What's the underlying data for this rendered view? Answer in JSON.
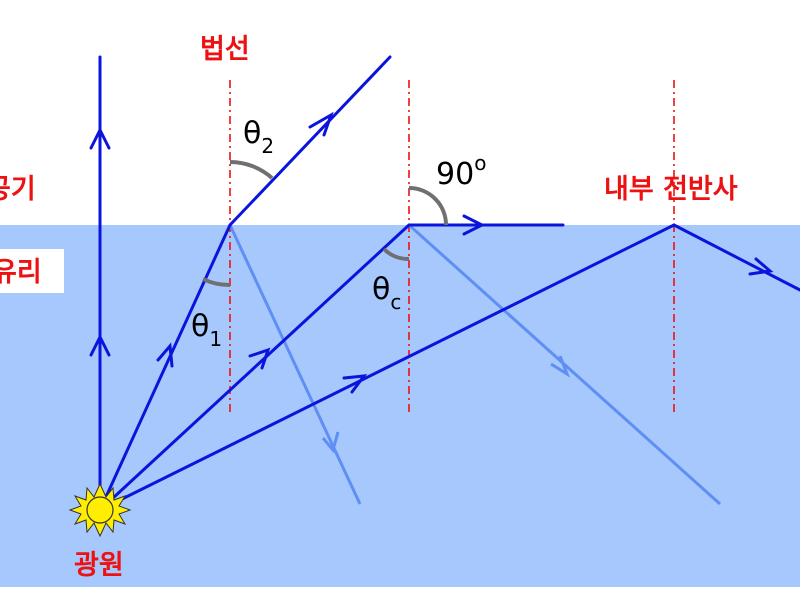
{
  "labels": {
    "normal": "법선",
    "air": "공기",
    "glass": "유리",
    "source": "광원",
    "tir": "내부 전반사"
  },
  "angles": {
    "theta": "θ",
    "sub2": "2",
    "sub1": "1",
    "subc": "c",
    "ninety": "90",
    "degree": "o"
  },
  "colors": {
    "glass": "#a6c8fd",
    "ray": "#0a14dd",
    "reflected_ray": "#5f8ff4",
    "normal_line": "#ee1111",
    "label_red": "#ee1111",
    "angle_arc": "#707070",
    "sun": "#ffee00"
  }
}
